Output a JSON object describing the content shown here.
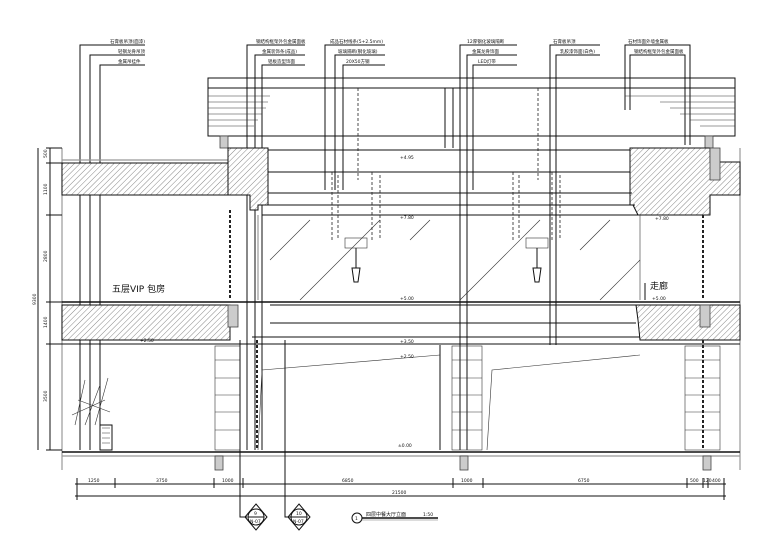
{
  "callouts": {
    "group1": [
      "石膏板吊顶(面漆)",
      "轻钢龙骨吊顶",
      "金属吊挂件"
    ],
    "group2": [
      "钢结构框架外包金属面板",
      "金属装饰条(成品)",
      "铝板造型饰面"
    ],
    "group3": [
      "成品石材线条(5+2.5mm)",
      "玻璃隔断(钢化玻璃)",
      "20X50方钢"
    ],
    "group4": [
      "12厚钢化玻璃隔断",
      "金属龙骨饰面",
      "LED灯带"
    ],
    "group5": [
      "石膏板吊顶",
      "乳胶漆饰面(白色)"
    ],
    "group6": [
      "石材饰面外墙金属板",
      "钢结构框架外包金属面板"
    ]
  },
  "rooms": {
    "upper_left": "五层VIP 包房",
    "upper_right": "走廊"
  },
  "elevations": [
    "+7.80",
    "+5.00",
    "+3.50",
    "+2.50",
    "+2.50",
    "±0.00",
    "+5.00",
    "+7.80",
    "+4.95"
  ],
  "dimensions": {
    "horizontal": [
      "1250",
      "3750",
      "1000",
      "6850",
      "1000",
      "6750",
      "500",
      "120",
      "400"
    ],
    "total": "21500",
    "vertical": [
      "500",
      "1100",
      "2800",
      "1400",
      "3500"
    ],
    "vertical_total": "9300"
  },
  "section_markers": [
    {
      "number": "9",
      "sheet": "N-07"
    },
    {
      "number": "10",
      "sheet": "N-07"
    }
  ],
  "title": {
    "number": "1",
    "text": "四层中餐大厅立面",
    "scale": "1:50"
  }
}
